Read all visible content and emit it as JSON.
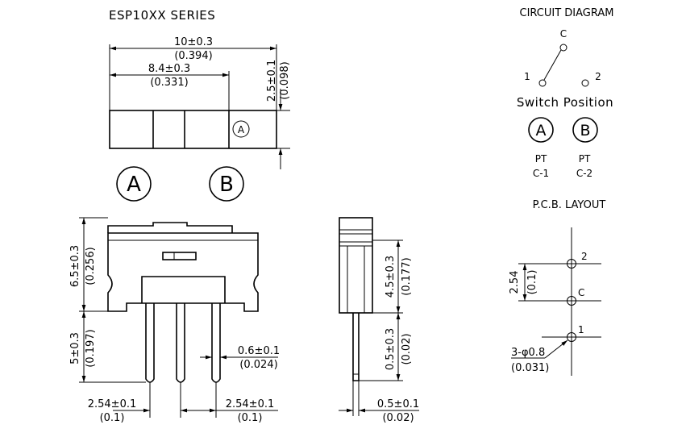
{
  "title": "ESP10XX SERIES",
  "top_view": {
    "overall_width": "10±0.3",
    "overall_width_in": "(0.394)",
    "inner_width": "8.4±0.3",
    "inner_width_in": "(0.331)",
    "height": "2.5±0.1",
    "height_in": "(0.098)",
    "marker": "A"
  },
  "side_labels": {
    "left": "A",
    "right": "B"
  },
  "front_view": {
    "height": "6.5±0.3",
    "height_in": "(0.256)",
    "pin_length": "5±0.3",
    "pin_length_in": "(0.197)",
    "pin_width": "0.6±0.1",
    "pin_width_in": "(0.024)",
    "pitch_left": "2.54±0.1",
    "pitch_left_in": "(0.1)",
    "pitch_right": "2.54±0.1",
    "pitch_right_in": "(0.1)"
  },
  "end_view": {
    "body_height": "4.5±0.3",
    "body_height_in": "(0.177)",
    "pin_height": "0.5±0.3",
    "pin_height_in": "(0.02)",
    "pin_thick": "0.5±0.1",
    "pin_thick_in": "(0.02)"
  },
  "circuit": {
    "title": "CIRCUIT DIAGRAM",
    "common": "C",
    "pin1": "1",
    "pin2": "2",
    "switch_position": "Switch Position",
    "pos_a": "A",
    "pos_b": "B",
    "pos_a_pt": "PT",
    "pos_a_code": "C-1",
    "pos_b_pt": "PT",
    "pos_b_code": "C-2"
  },
  "pcb": {
    "title": "P.C.B. LAYOUT",
    "pin2": "2",
    "pinc": "C",
    "pin1": "1",
    "pitch": "2.54",
    "pitch_in": "(0.1)",
    "hole": "3-φ0.8",
    "hole_in": "(0.031)"
  }
}
